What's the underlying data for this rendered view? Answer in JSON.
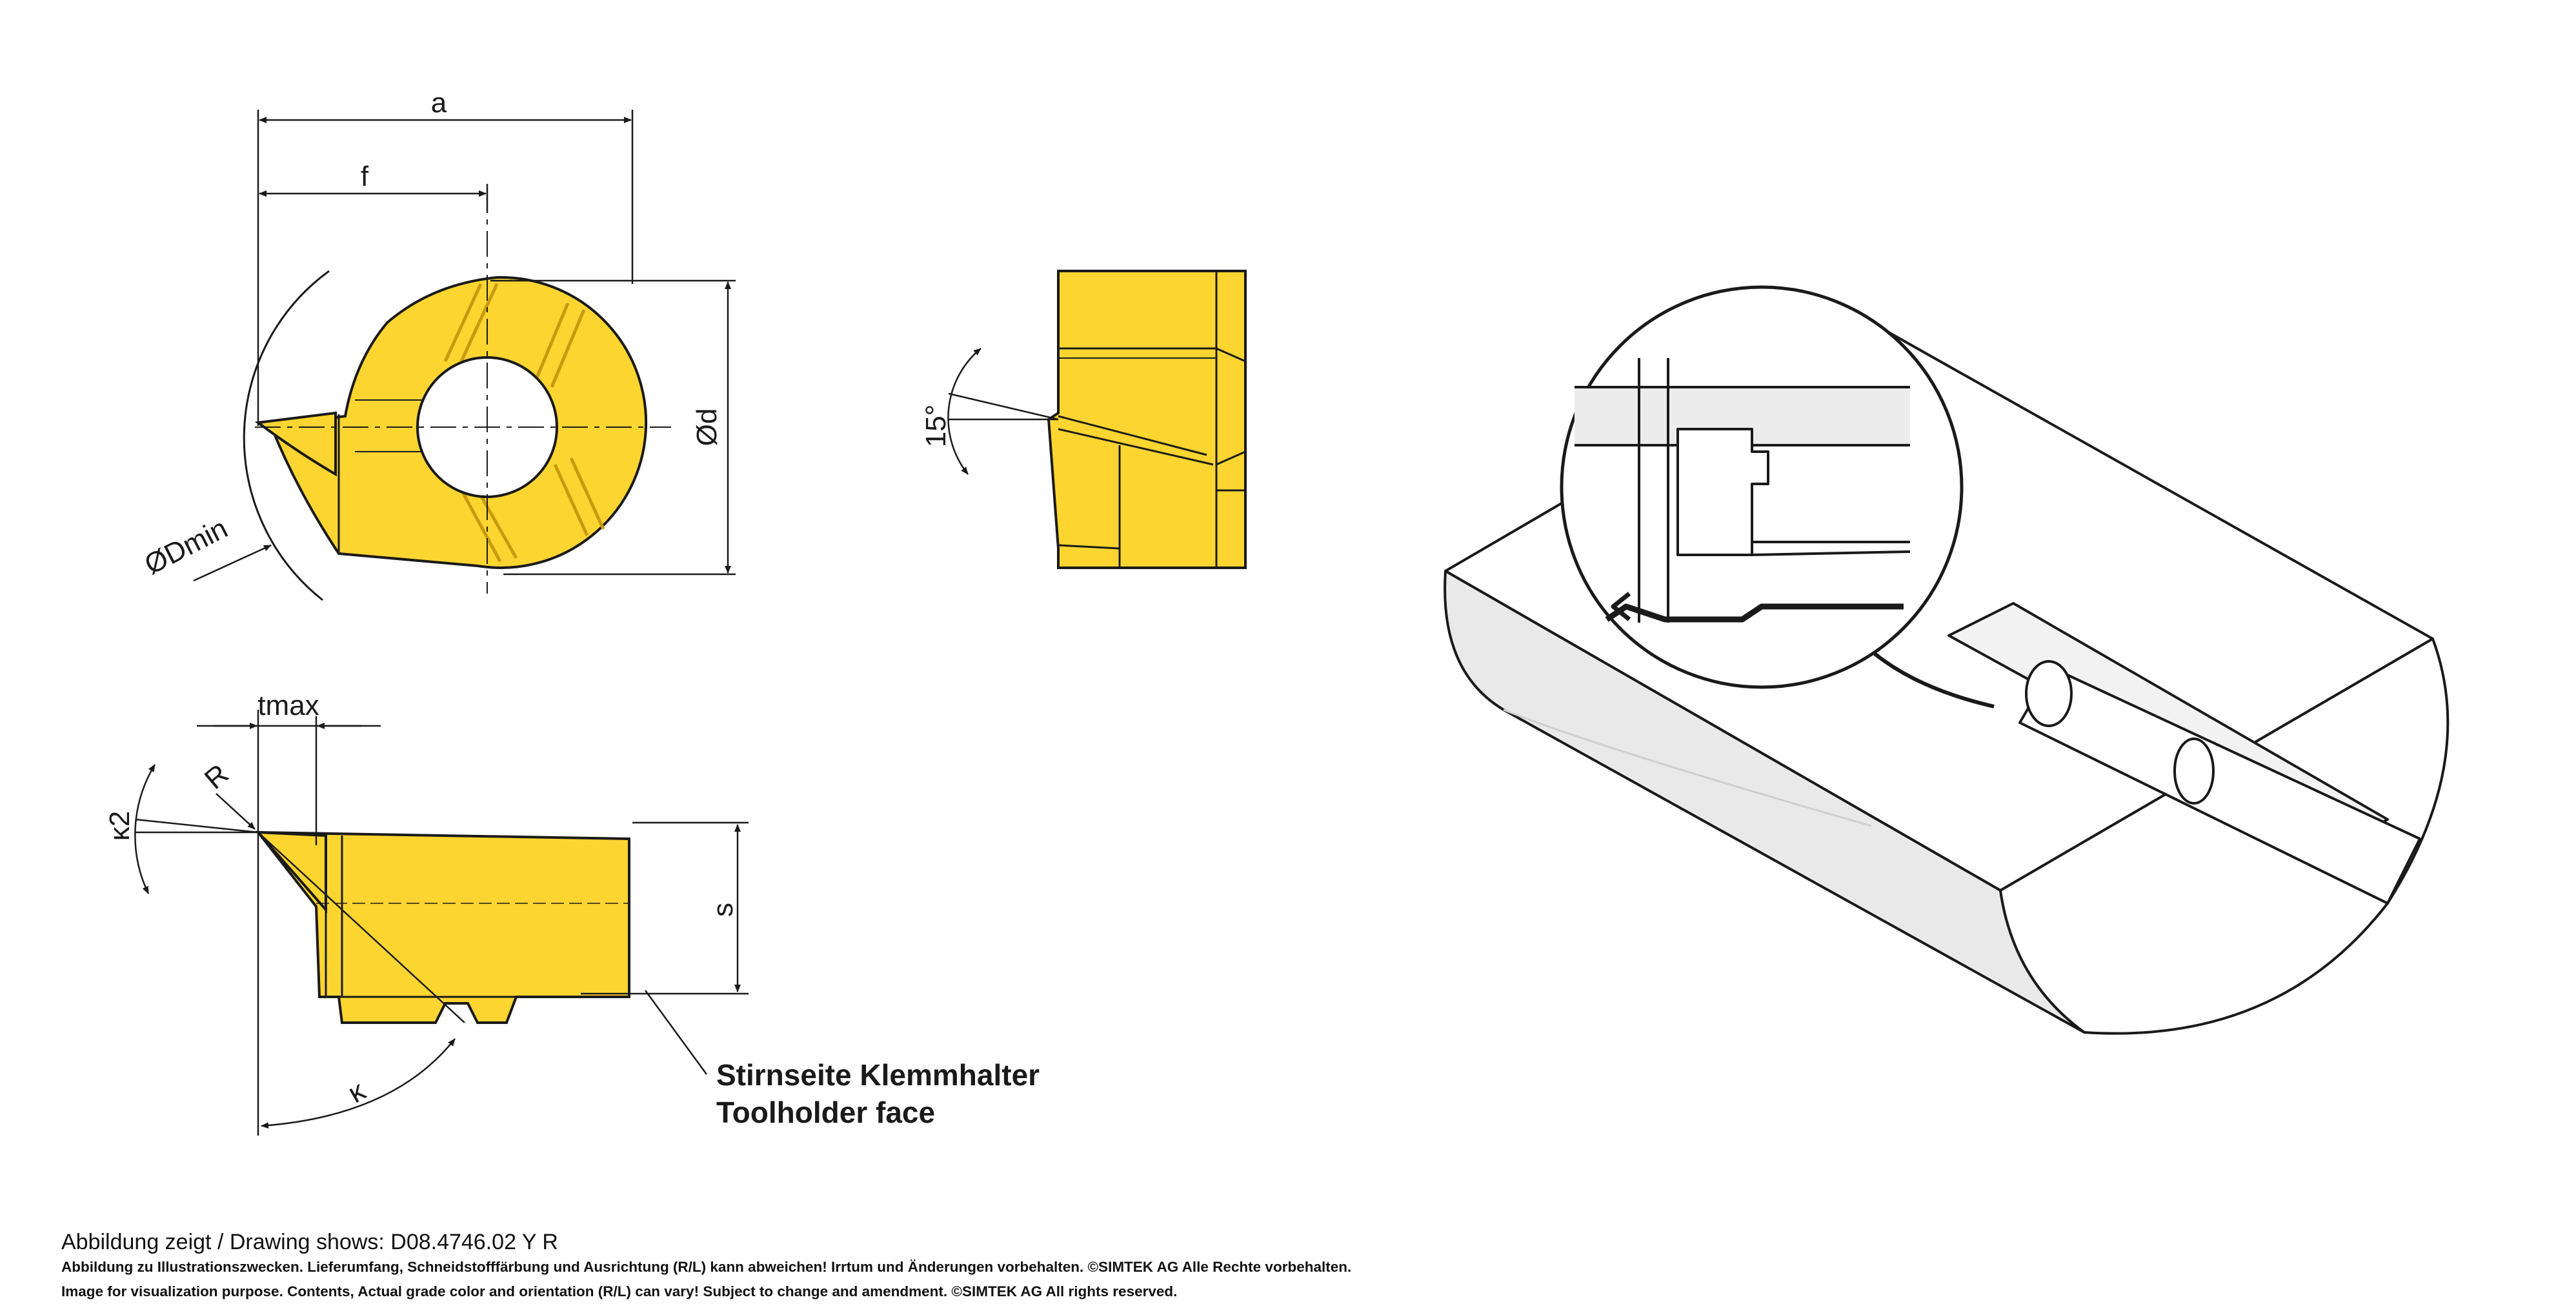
{
  "dimensions": {
    "a": "a",
    "f": "f",
    "d": "Ød",
    "dmin": "ØDmin",
    "angle_15": "15°",
    "tmax": "tmax",
    "r": "R",
    "k2": "κ2",
    "s": "s",
    "kappa": "κ"
  },
  "callout": {
    "line1": "Stirnseite Klemmhalter",
    "line2": "Toolholder face"
  },
  "footer": {
    "drawing_shows": "Abbildung zeigt / Drawing shows: D08.4746.02 Y R",
    "disclaimer_de": "Abbildung zu Illustrationszwecken. Lieferumfang, Schneidstofffärbung und Ausrichtung (R/L) kann abweichen! Irrtum und Änderungen vorbehalten. ©SIMTEK AG Alle Rechte vorbehalten.",
    "disclaimer_en": "Image for visualization purpose. Contents, Actual grade color and orientation (R/L) can vary! Subject to change and amendment. ©SIMTEK AG All rights reserved."
  },
  "colors": {
    "insert_fill": "#fcd530",
    "insert_shadow": "#d9a81e",
    "line": "#1a1a1a",
    "workpiece_shade": "#e9e9e9"
  }
}
